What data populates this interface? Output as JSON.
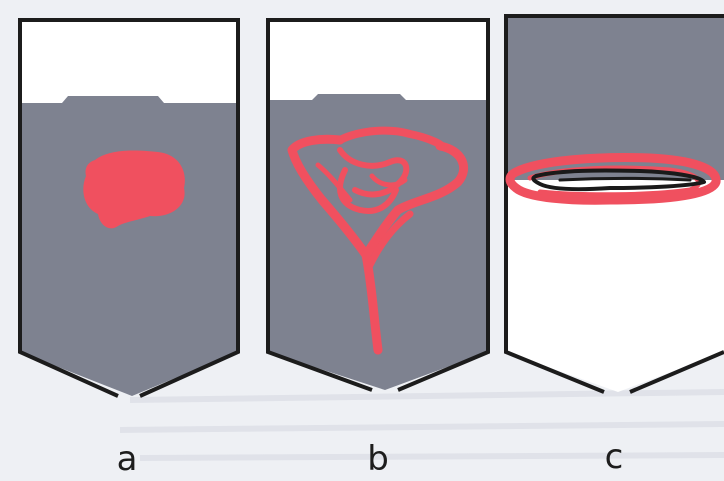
{
  "panels": [
    {
      "label": "a",
      "upper_fill": "white",
      "lower_fill": "gray",
      "blob": "round"
    },
    {
      "label": "b",
      "upper_fill": "white",
      "lower_fill": "gray",
      "blob": "branching"
    },
    {
      "label": "c",
      "upper_fill": "gray",
      "lower_fill": "white",
      "blob": "flattened-at-interface"
    }
  ],
  "colors": {
    "background": "#eef0f4",
    "gray_liquid": "#7e8290",
    "white_liquid": "#ffffff",
    "outline": "#1c1c1c",
    "blob_red": "#f0505f",
    "blob_dark": "#1a1a1a"
  }
}
